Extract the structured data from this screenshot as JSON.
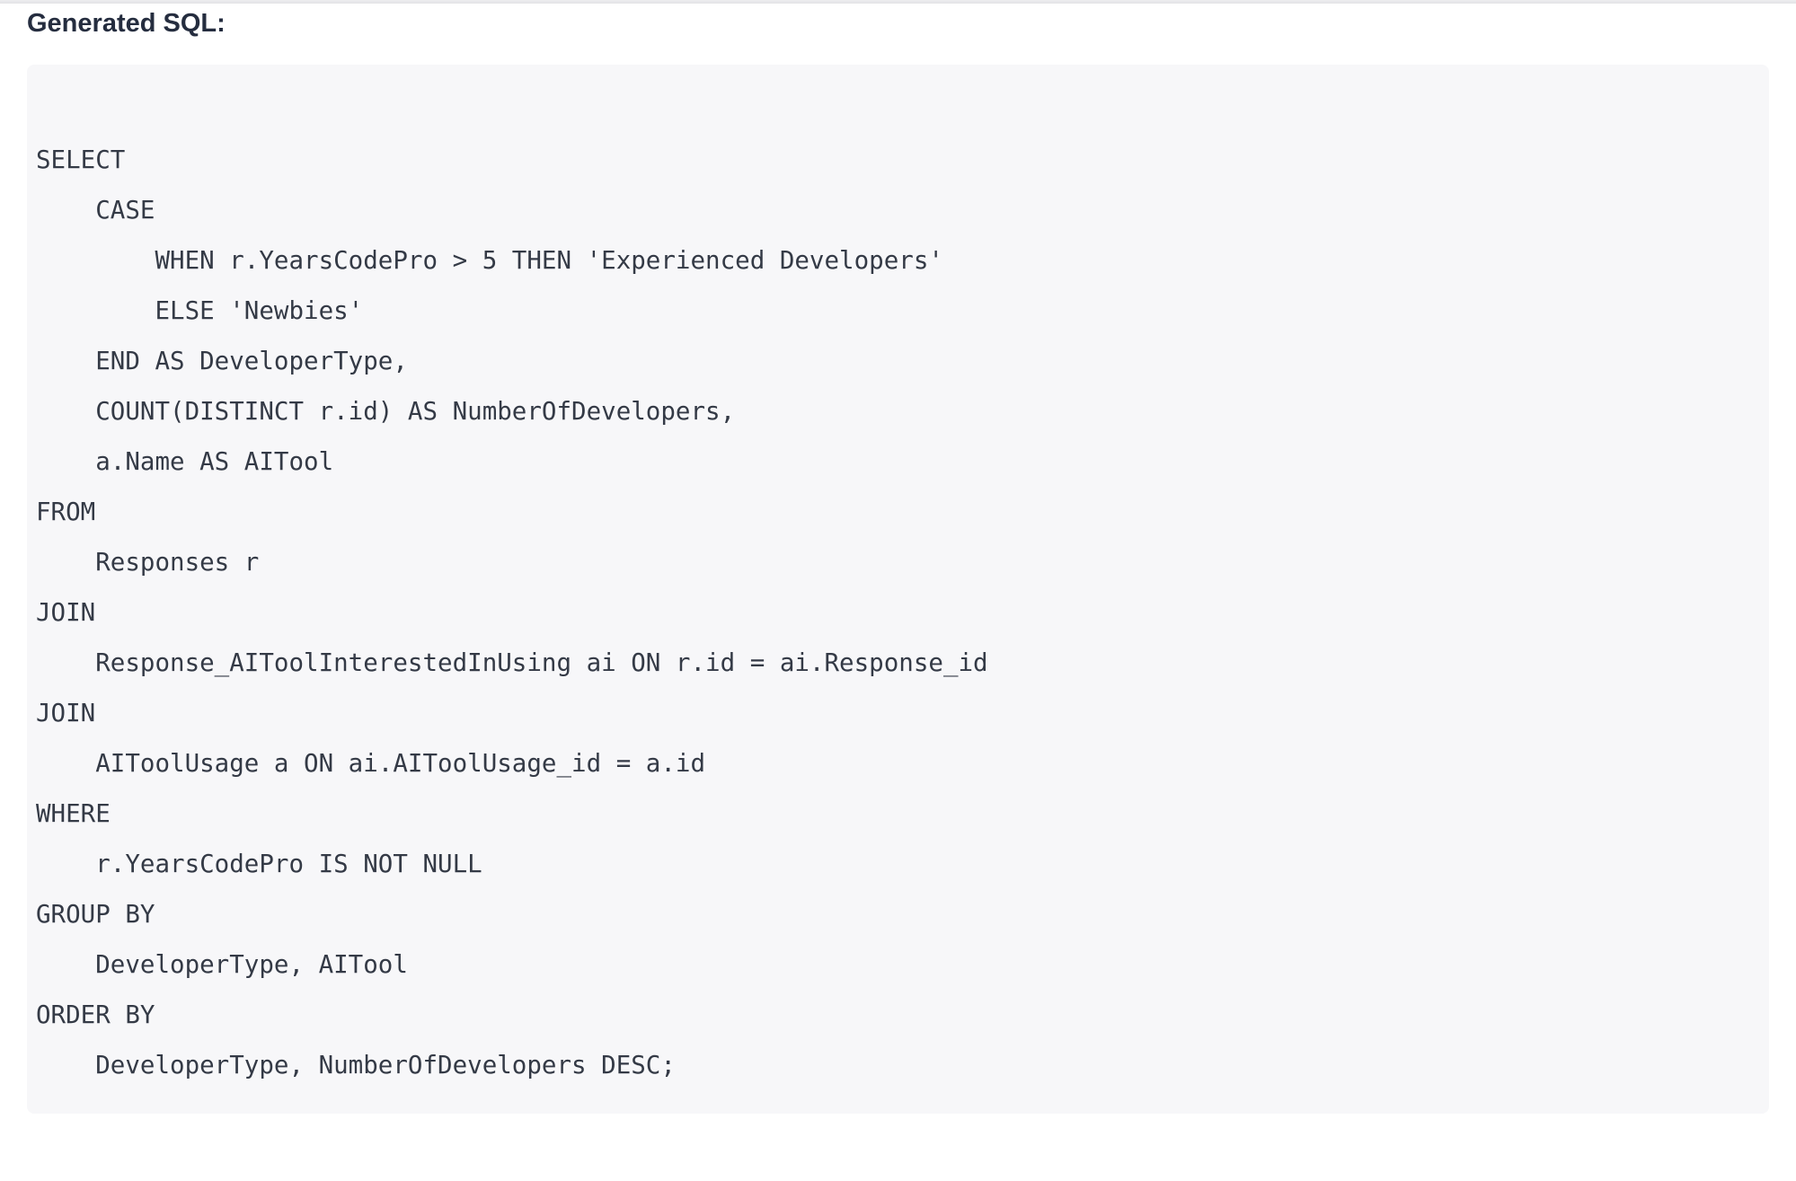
{
  "heading": "Generated SQL:",
  "code_block": {
    "language": "sql",
    "lines": [
      "",
      "SELECT",
      "    CASE",
      "        WHEN r.YearsCodePro > 5 THEN 'Experienced Developers'",
      "        ELSE 'Newbies'",
      "    END AS DeveloperType,",
      "    COUNT(DISTINCT r.id) AS NumberOfDevelopers,",
      "    a.Name AS AITool",
      "FROM",
      "    Responses r",
      "JOIN",
      "    Response_AIToolInterestedInUsing ai ON r.id = ai.Response_id",
      "JOIN",
      "    AIToolUsage a ON ai.AIToolUsage_id = a.id",
      "WHERE",
      "    r.YearsCodePro IS NOT NULL",
      "GROUP BY",
      "    DeveloperType, AITool",
      "ORDER BY",
      "    DeveloperType, NumberOfDevelopers DESC;",
      ""
    ]
  },
  "colors": {
    "page_background": "#ffffff",
    "top_divider": "#e8e8ea",
    "heading_text": "#252d3f",
    "code_background": "#f7f7f9",
    "code_text": "#343a46"
  }
}
